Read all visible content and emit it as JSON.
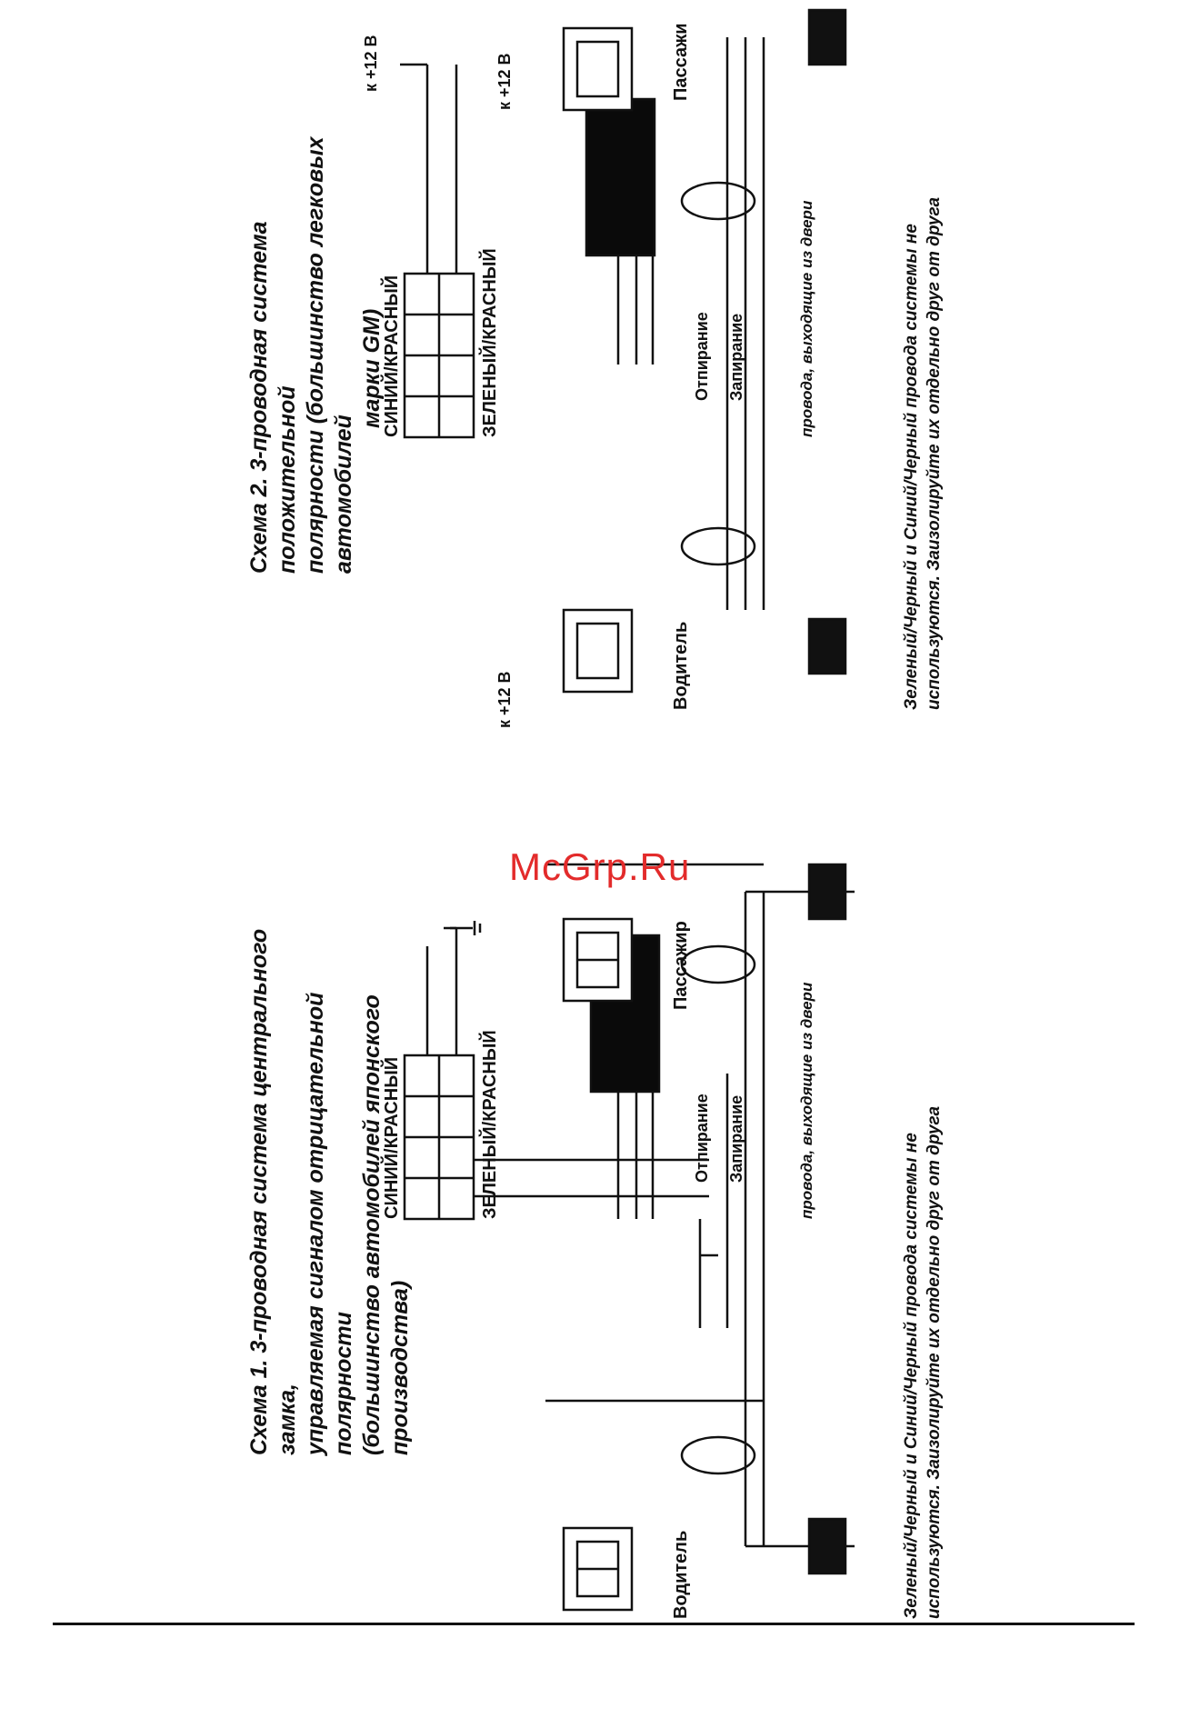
{
  "watermark": "McGrp.Ru",
  "scheme1": {
    "title_lines": [
      "Схема 1. 3-проводная система центрального замка,",
      "управляемая сигналом отрицательной полярности",
      "(большинство автомобилей японского производства)"
    ],
    "wire_blue_red": "СИНИЙ/КРАСНЫЙ",
    "wire_green_red": "ЗЕЛЕНЫЙ/КРАСНЫЙ",
    "unlock": "Отпирание",
    "lock": "Запирание",
    "door_wires": "провода, выходящие из двери",
    "driver": "Водитель",
    "passenger": "Пассажир",
    "caption_lines": [
      "Зеленый/Черный и Синий/Черный провода системы не",
      "используются. Заизолируйте их отдельно друг от друга"
    ]
  },
  "scheme2": {
    "title_lines": [
      "Схема 2. 3-проводная система положительной",
      "полярности (большинство легковых автомобилей",
      "марки GM)"
    ],
    "wire_blue_red": "СИНИЙ/КРАСНЫЙ",
    "wire_green_red": "ЗЕЛЕНЫЙ/КРАСНЫЙ",
    "plus12_top": "к +12 В",
    "plus12_driver": "к +12 В",
    "plus12_passenger": "к +12 В",
    "unlock": "Отпирание",
    "lock": "Запирание",
    "door_wires": "провода, выходящие из двери",
    "driver": "Водитель",
    "passenger": "Пассажи",
    "caption_lines": [
      "Зеленый/Черный и Синий/Черный провода системы не",
      "используются. Заизолируйте их отдельно друг от друга"
    ]
  }
}
